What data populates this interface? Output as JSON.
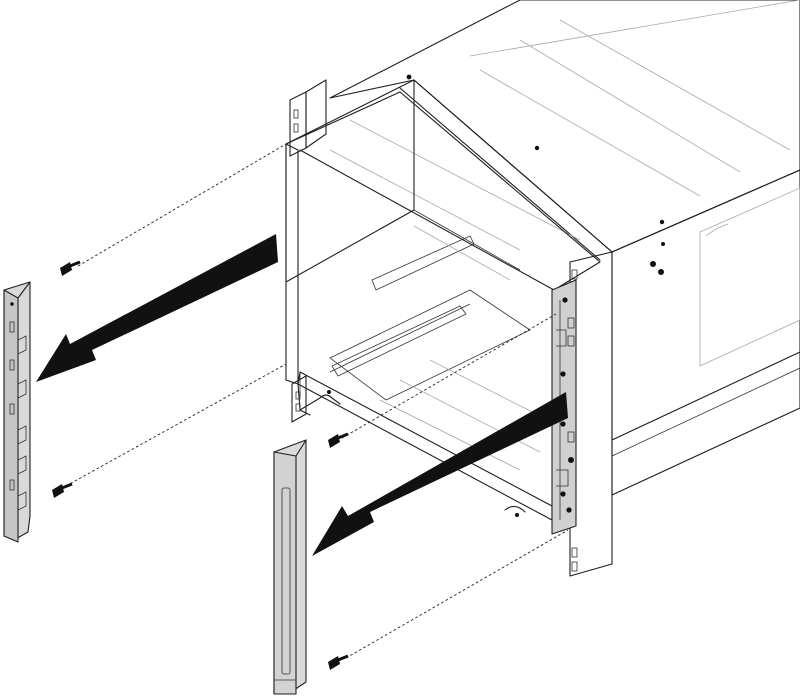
{
  "colors": {
    "line": "#1f1f1f",
    "bracket_fill": "#d9d9d9",
    "arrow": "#0a0a0a",
    "background": "#ffffff"
  },
  "components": {
    "chassis": "rack-chassis",
    "left_part": "left-rack-latch-bracket",
    "right_part": "right-rack-latch-cover",
    "action": "remove-arrows",
    "screws": 4
  }
}
